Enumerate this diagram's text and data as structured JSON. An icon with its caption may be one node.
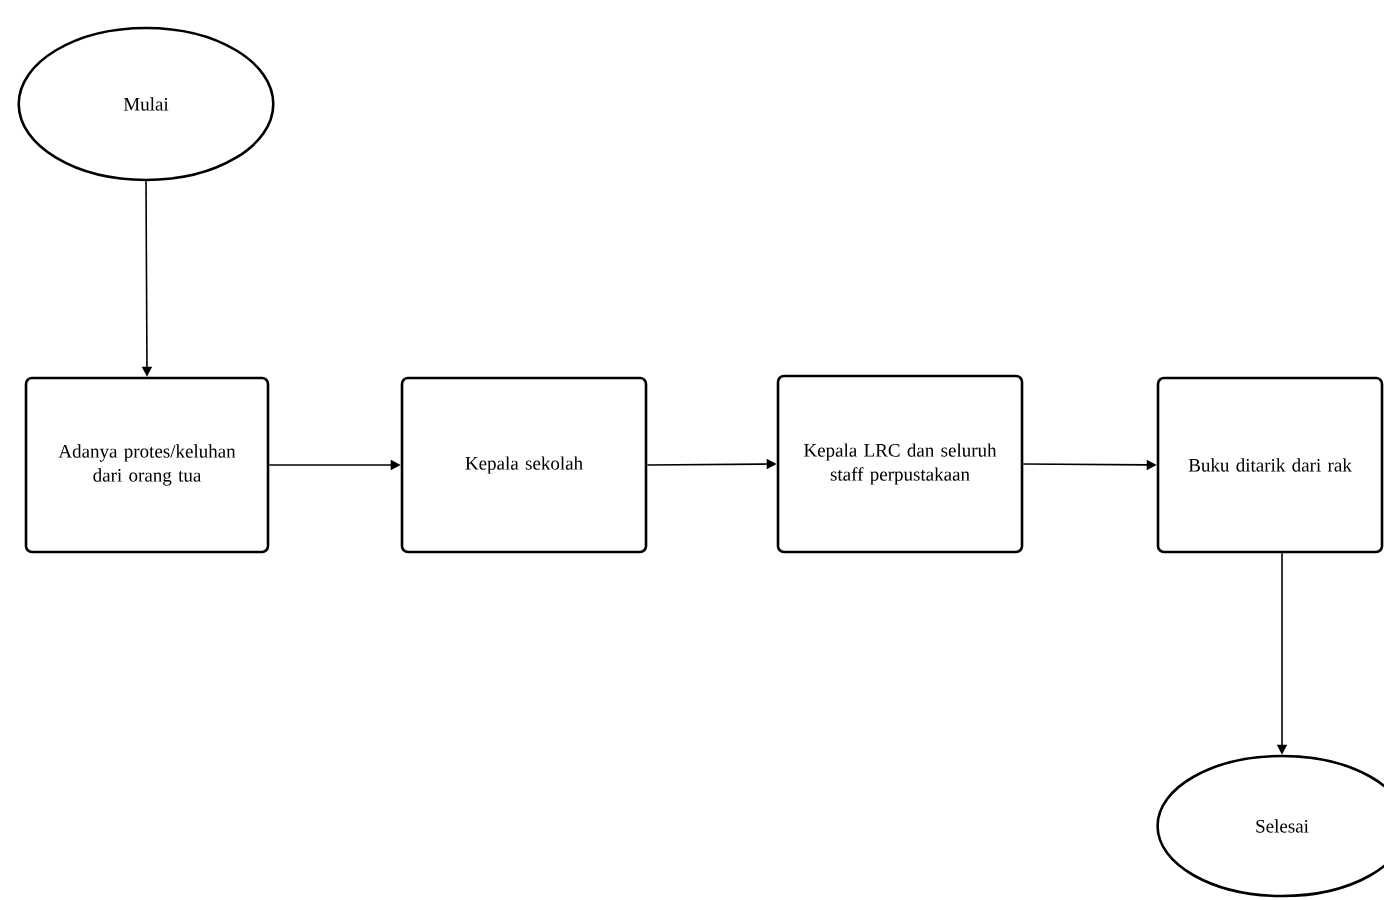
{
  "diagram": {
    "nodes": [
      {
        "text": [
          "Mulai"
        ]
      },
      {
        "text": [
          "Adanya protes/keluhan dari orang tua"
        ]
      },
      {
        "text": [
          "Kepala sekolah"
        ]
      },
      {
        "text": [
          "Kepala LRC dan seluruh staff perpustakaan"
        ]
      },
      {
        "text": [
          "Buku ditarik dari rak"
        ]
      },
      {
        "text": [
          "Selesai"
        ]
      }
    ],
    "edges": [
      {
        "from": 0,
        "to": 1,
        "arrow": "to"
      },
      {
        "from": 1,
        "to": 2,
        "arrow": "to"
      },
      {
        "from": 2,
        "to": 3,
        "arrow": "to"
      },
      {
        "from": 3,
        "to": 4,
        "arrow": "to"
      },
      {
        "from": 4,
        "to": 5,
        "arrow": "to"
      }
    ]
  }
}
